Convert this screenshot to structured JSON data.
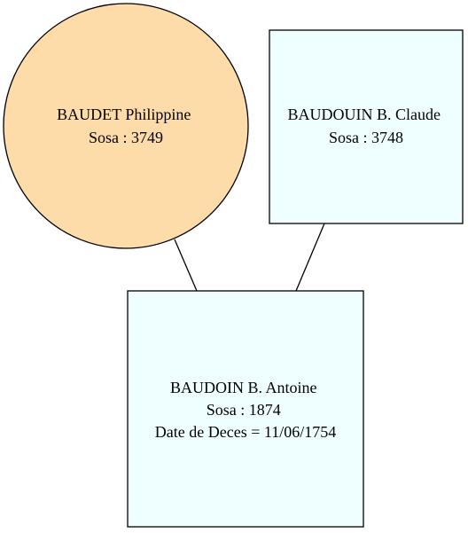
{
  "colors": {
    "female_fill": "#fddcaa",
    "male_fill": "#efffff",
    "stroke": "#000000",
    "background": "#ffffff"
  },
  "nodes": {
    "mother": {
      "shape": "ellipse",
      "lines": [
        "BAUDET Philippine",
        "Sosa : 3749"
      ]
    },
    "father": {
      "shape": "box",
      "lines": [
        "BAUDOUIN B. Claude",
        "Sosa : 3748"
      ]
    },
    "child": {
      "shape": "box",
      "lines": [
        "BAUDOIN B. Antoine",
        "Sosa : 1874",
        "Date de Deces = 11/06/1754"
      ]
    }
  }
}
